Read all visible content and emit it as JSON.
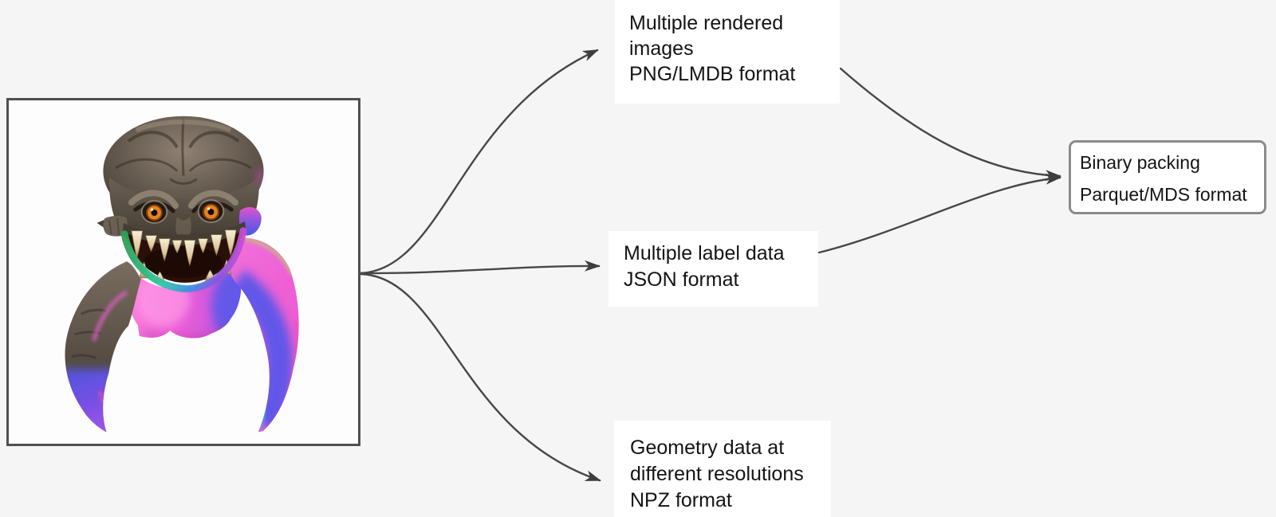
{
  "figure": {
    "background": "#f5f5f5",
    "source_image": {
      "description": "3D creature asset preview: dark textured monster head with orange eyes and fangs, body and claw tentacles shaded in pink and blue normal-map colors"
    },
    "nodes": {
      "rendered_images": {
        "lines": [
          "Multiple rendered",
          "images",
          "PNG/LMDB format"
        ]
      },
      "label_data": {
        "lines": [
          "Multiple label data",
          "JSON format"
        ]
      },
      "geometry_data": {
        "lines": [
          "Geometry data at",
          "different resolutions",
          "NPZ format"
        ]
      },
      "binary_packing": {
        "lines": [
          "Binary packing",
          "Parquet/MDS format"
        ]
      }
    },
    "edges": [
      {
        "from": "source_image",
        "to": "rendered_images"
      },
      {
        "from": "source_image",
        "to": "label_data"
      },
      {
        "from": "source_image",
        "to": "geometry_data"
      },
      {
        "from": "rendered_images",
        "to": "binary_packing"
      },
      {
        "from": "label_data",
        "to": "binary_packing"
      }
    ],
    "colors": {
      "arrow": "#474747",
      "node_background": "#ffffff",
      "text": "#141414",
      "image_box_border": "#4f4f4f",
      "packing_box_border": "#8b8b8b"
    }
  }
}
